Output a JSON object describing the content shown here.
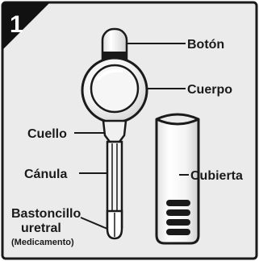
{
  "step_number": "1",
  "labels": {
    "boton": "Botón",
    "cuerpo": "Cuerpo",
    "cuello": "Cuello",
    "canula": "Cánula",
    "bastoncillo_line1": "Bastoncillo",
    "bastoncillo_line2": "uretral",
    "medicamento": "(Medicamento)",
    "cubierta": "Cubierta"
  },
  "colors": {
    "panel_background": "#ebebeb",
    "outline": "#1a1a1a",
    "badge_fill": "#111111",
    "badge_text": "#ffffff"
  }
}
